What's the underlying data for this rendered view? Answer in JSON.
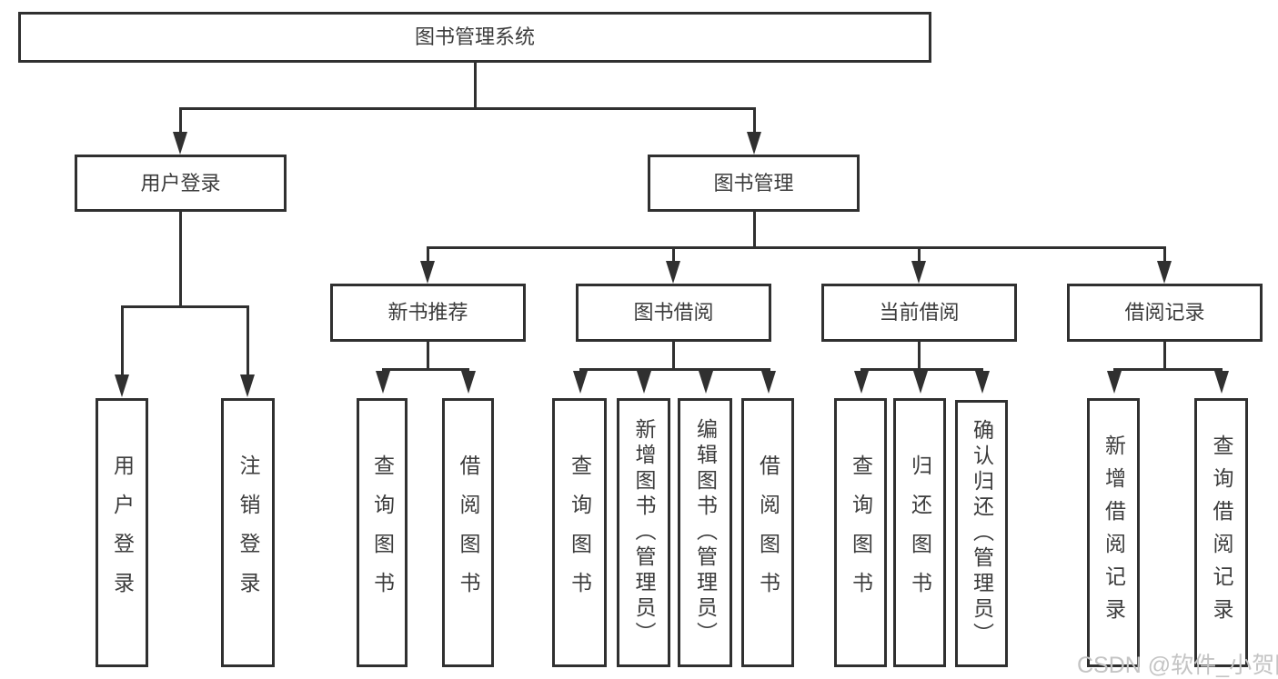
{
  "watermark": "CSDN @软件_小贺同学",
  "colors": {
    "border": "#303030",
    "text": "#3c3c3c",
    "background": "#ffffff",
    "watermark": "#c4c4c4"
  },
  "tree": {
    "root": {
      "label": "图书管理系统",
      "children": [
        {
          "label": "用户登录",
          "children": [
            {
              "label": "用户登录"
            },
            {
              "label": "注销登录"
            }
          ]
        },
        {
          "label": "图书管理",
          "children": [
            {
              "label": "新书推荐",
              "children": [
                {
                  "label": "查询图书"
                },
                {
                  "label": "借阅图书"
                }
              ]
            },
            {
              "label": "图书借阅",
              "children": [
                {
                  "label": "查询图书"
                },
                {
                  "label": "新增图书（管理员）"
                },
                {
                  "label": "编辑图书（管理员）"
                },
                {
                  "label": "借阅图书"
                }
              ]
            },
            {
              "label": "当前借阅",
              "children": [
                {
                  "label": "查询图书"
                },
                {
                  "label": "归还图书"
                },
                {
                  "label": "确认归还（管理员）"
                }
              ]
            },
            {
              "label": "借阅记录",
              "children": [
                {
                  "label": "新增借阅记录"
                },
                {
                  "label": "查询借阅记录"
                }
              ]
            }
          ]
        }
      ]
    }
  }
}
